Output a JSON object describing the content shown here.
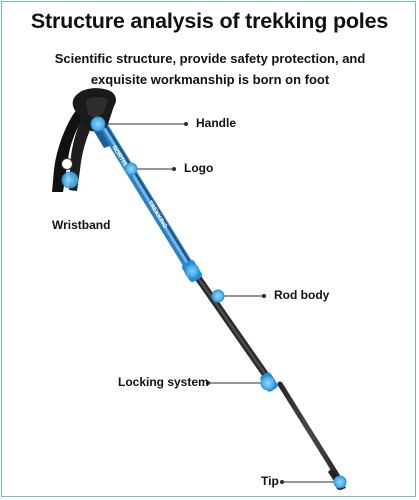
{
  "title": "Structure analysis of trekking poles",
  "subtitle": "Scientific structure, provide safety protection, and exquisite workmanship is born on foot",
  "accent_color": "#3aa8e8",
  "parts": {
    "handle": "Handle",
    "logo": "Logo",
    "wristband": "Wristband",
    "rod_body": "Rod body",
    "locking_system": "Locking system",
    "tip": "Tip"
  },
  "pole_text": {
    "lower": "NORTHIKE",
    "upper": "TREKKING"
  }
}
